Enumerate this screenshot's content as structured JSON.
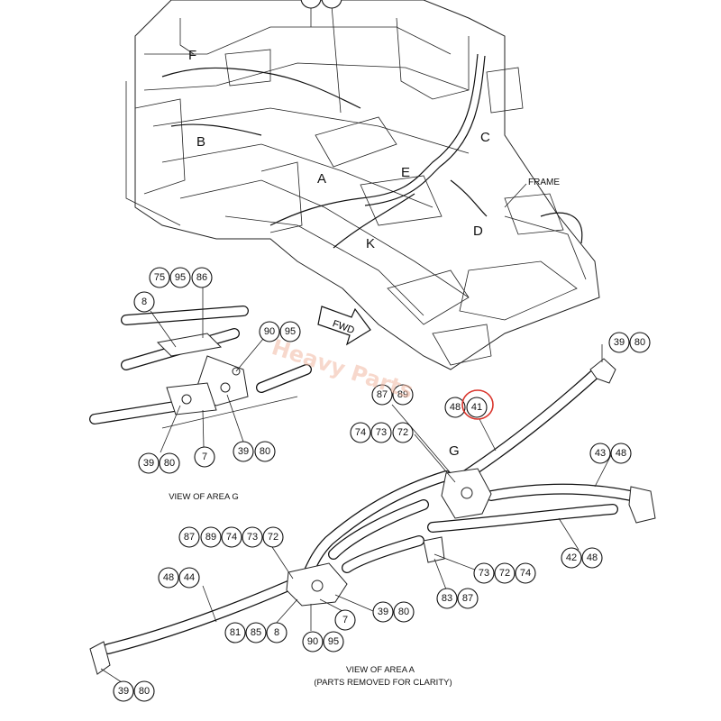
{
  "top_view": {
    "zone_labels": [
      "F",
      "B",
      "A",
      "E",
      "C",
      "D",
      "K"
    ],
    "frame_label": "FRAME",
    "fwd_arrow_label": "FWD"
  },
  "view_g": {
    "caption": "VIEW OF AREA G",
    "callouts": [
      {
        "text": "75"
      },
      {
        "text": "95"
      },
      {
        "text": "86"
      },
      {
        "text": "8"
      },
      {
        "text": "90"
      },
      {
        "text": "95"
      },
      {
        "text": "39"
      },
      {
        "text": "80"
      },
      {
        "text": "7"
      },
      {
        "text": "39"
      },
      {
        "text": "80"
      }
    ]
  },
  "view_a": {
    "caption_line1": "VIEW OF AREA A",
    "caption_line2": "(PARTS REMOVED FOR CLARITY)",
    "zone_label": "G",
    "callouts": [
      {
        "text": "39"
      },
      {
        "text": "80"
      },
      {
        "text": "87"
      },
      {
        "text": "89"
      },
      {
        "text": "48"
      },
      {
        "text": "41",
        "highlight": true
      },
      {
        "text": "74"
      },
      {
        "text": "73"
      },
      {
        "text": "72"
      },
      {
        "text": "43"
      },
      {
        "text": "48"
      },
      {
        "text": "87"
      },
      {
        "text": "89"
      },
      {
        "text": "74"
      },
      {
        "text": "73"
      },
      {
        "text": "72"
      },
      {
        "text": "42"
      },
      {
        "text": "48"
      },
      {
        "text": "73"
      },
      {
        "text": "72"
      },
      {
        "text": "74"
      },
      {
        "text": "48"
      },
      {
        "text": "44"
      },
      {
        "text": "83"
      },
      {
        "text": "87"
      },
      {
        "text": "39"
      },
      {
        "text": "80"
      },
      {
        "text": "7"
      },
      {
        "text": "81"
      },
      {
        "text": "85"
      },
      {
        "text": "8"
      },
      {
        "text": "90"
      },
      {
        "text": "95"
      },
      {
        "text": "39"
      },
      {
        "text": "80"
      }
    ]
  },
  "watermark": "Heavy Parts",
  "colors": {
    "line": "#111111",
    "highlight": "#d9342b",
    "watermark": "#f2b9a4",
    "background": "#ffffff"
  }
}
